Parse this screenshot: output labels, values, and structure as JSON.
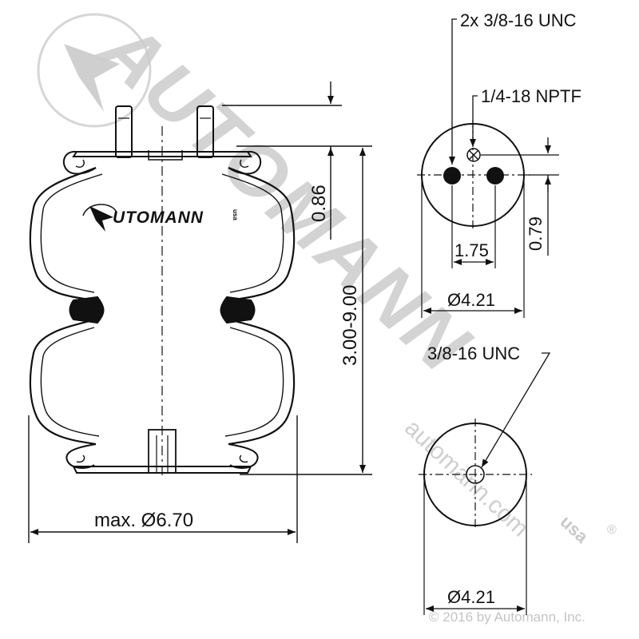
{
  "labels": {
    "top_holes": "2x 3/8-16 UNC",
    "port": "1/4-18 NPTF",
    "port_offset": "0.79",
    "stud_spacing": "1.75",
    "top_plate_dia": "Ø4.21",
    "top_height": "0.86",
    "height_range": "3.00-9.00",
    "bottom_hole": "3/8-16 UNC",
    "max_dia": "max. Ø6.70",
    "bottom_plate_dia": "Ø4.21"
  },
  "watermark": {
    "brand": "AUTOMANN",
    "url": "automann.com",
    "copyright": "© 2016 by Automann, Inc.",
    "emblem_suffix": "usa",
    "registered": "®"
  },
  "logo": {
    "text": "UTOMANN",
    "suffix": "usa"
  },
  "colors": {
    "line": "#111111",
    "watermark": "#c8c8c8"
  }
}
